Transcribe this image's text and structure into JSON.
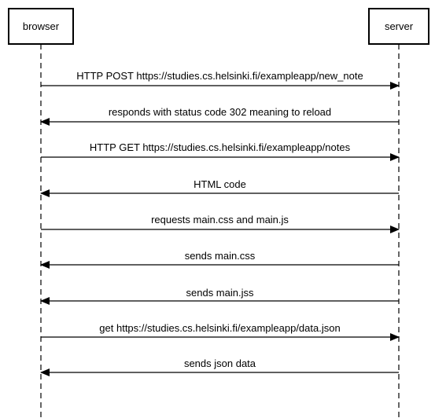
{
  "participants": {
    "browser": {
      "label": "browser"
    },
    "server": {
      "label": "server"
    }
  },
  "messages": [
    {
      "from": "browser",
      "to": "server",
      "label": "HTTP POST https://studies.cs.helsinki.fi/exampleapp/new_note"
    },
    {
      "from": "server",
      "to": "browser",
      "label": "responds with status code 302 meaning to reload"
    },
    {
      "from": "browser",
      "to": "server",
      "label": "HTTP GET https://studies.cs.helsinki.fi/exampleapp/notes"
    },
    {
      "from": "server",
      "to": "browser",
      "label": "HTML code"
    },
    {
      "from": "browser",
      "to": "server",
      "label": "requests main.css and main.js"
    },
    {
      "from": "server",
      "to": "browser",
      "label": "sends main.css"
    },
    {
      "from": "server",
      "to": "browser",
      "label": "sends main.jss"
    },
    {
      "from": "browser",
      "to": "server",
      "label": "get https://studies.cs.helsinki.fi/exampleapp/data.json"
    },
    {
      "from": "server",
      "to": "browser",
      "label": "sends json data"
    }
  ]
}
